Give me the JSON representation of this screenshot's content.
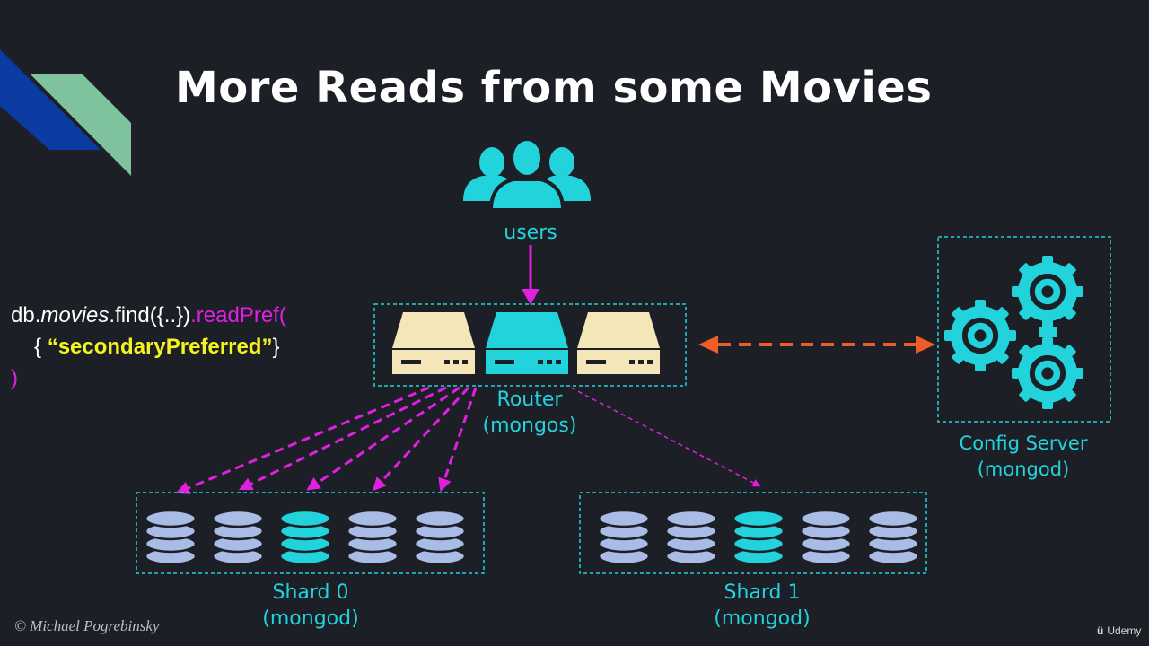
{
  "slide": {
    "title": "More Reads from some Movies",
    "colors": {
      "background": "#1c1f26",
      "accent": "#22d3dc",
      "arrow_magenta": "#e020e0",
      "arrow_orange": "#ee5c2a",
      "router_beige": "#f4e6b8",
      "db_lavender": "#a9bce6",
      "db_primary": "#22d3dc",
      "code_highlight": "#f3f31e"
    }
  },
  "users": {
    "label": "users",
    "icon": "users-group-icon"
  },
  "router": {
    "label_line1": "Router",
    "label_line2": "(mongos)",
    "icon": "server-icon"
  },
  "config_server": {
    "label_line1": "Config Server",
    "label_line2": "(mongod)",
    "icon": "gears-icon"
  },
  "shards": [
    {
      "label_line1": "Shard 0",
      "label_line2": "(mongod)",
      "primary_index": 2,
      "member_count": 5
    },
    {
      "label_line1": "Shard 1",
      "label_line2": "(mongod)",
      "primary_index": 2,
      "member_count": 5
    }
  ],
  "code": {
    "db_prefix": "db.",
    "collection": "movies",
    "find_call": ".find({..})",
    "method": ".readPref(",
    "line2_open": "{ ",
    "pref_value": "“secondaryPreferred”",
    "line2_close": "}",
    "line3": ")"
  },
  "footer": {
    "copyright": "© Michael Pogrebinsky",
    "brand": "Udemy",
    "brand_icon": "udemy-logo-icon"
  }
}
